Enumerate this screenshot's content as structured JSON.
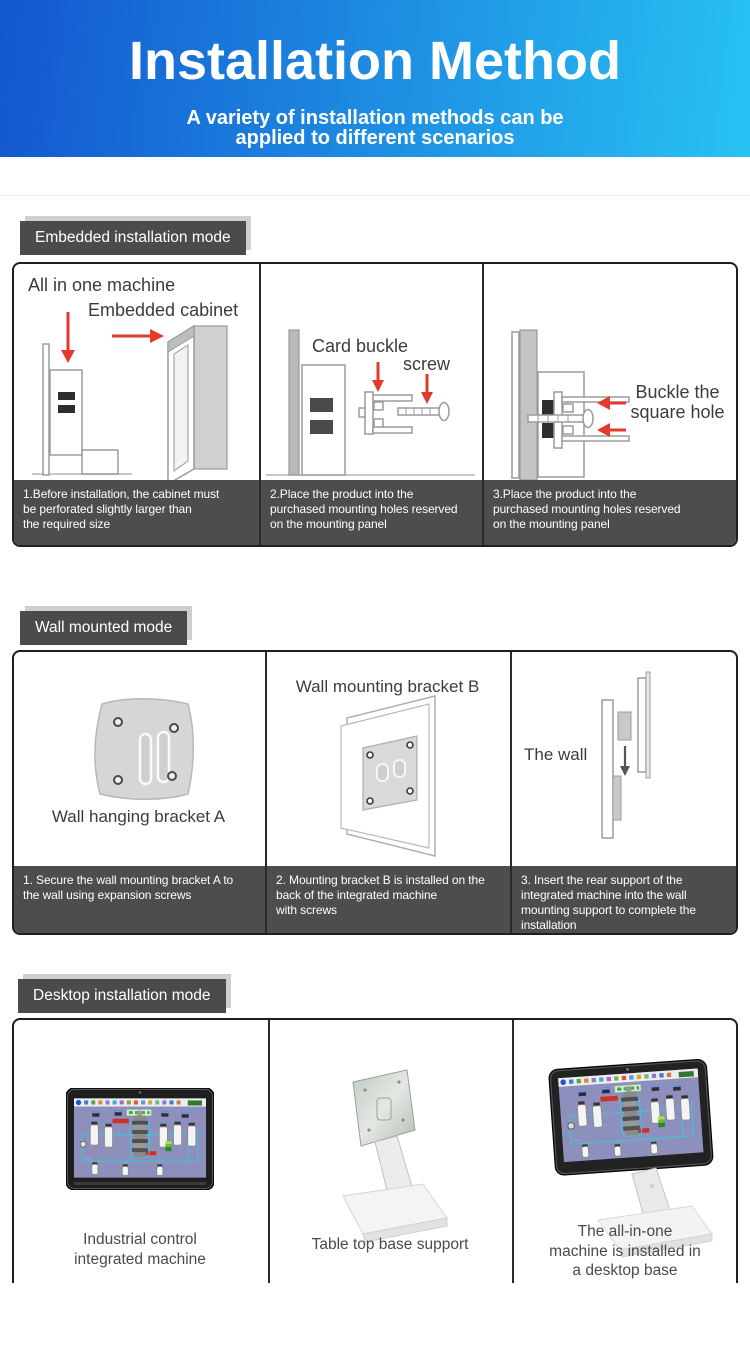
{
  "header": {
    "title": "Installation Method",
    "subtitle": "A variety of installation methods can be\napplied to different scenarios"
  },
  "colors": {
    "header_gradient_start": "#1356cf",
    "header_gradient_end": "#28c2f3",
    "section_label_bg": "#4b4b4b",
    "caption_bar_bg": "#4d4d4d",
    "accent_red": "#e23a2c",
    "box_border": "#1f1f1f"
  },
  "sections": [
    {
      "label": "Embedded installation mode",
      "cells": [
        {
          "annotation1": "All in one machine",
          "annotation2": "Embedded cabinet",
          "caption": "1.Before installation, the cabinet must\nbe perforated slightly larger than\nthe required size"
        },
        {
          "annotation1": "Card buckle",
          "annotation2": "screw",
          "caption": "2.Place the product into the\npurchased mounting holes reserved\non the mounting panel"
        },
        {
          "annotation1": "Buckle the\nsquare hole",
          "caption": "3.Place the product into the\npurchased mounting holes reserved\non the mounting panel"
        }
      ]
    },
    {
      "label": "Wall mounted mode",
      "cells": [
        {
          "annotation1": "Wall hanging bracket A",
          "caption": "1. Secure the wall mounting bracket A to\n the wall using expansion screws"
        },
        {
          "annotation1": "Wall mounting bracket B",
          "caption": "2. Mounting bracket B is installed on the\nback of the integrated machine\nwith screws"
        },
        {
          "annotation1": "The wall",
          "caption": "3. Insert the rear support of the\nintegrated machine into the wall\nmounting support to complete the\ninstallation"
        }
      ]
    },
    {
      "label": "Desktop installation mode",
      "cells": [
        {
          "caption": "Industrial control\nintegrated machine"
        },
        {
          "caption": "Table top base support"
        },
        {
          "caption": "The all-in-one\nmachine is installed in\na desktop base"
        }
      ]
    }
  ]
}
